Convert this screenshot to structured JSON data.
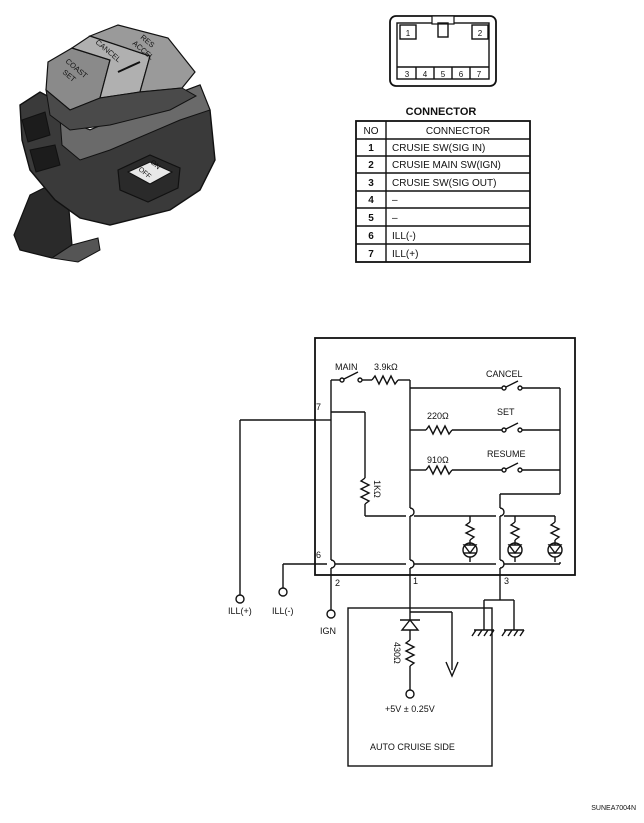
{
  "switch_illustration": {
    "labels": {
      "res_accel_1": "RES",
      "res_accel_2": "ACCEL",
      "cancel": "CANCEL",
      "coast": "COAST",
      "set": "SET",
      "on": "ON",
      "off": "OFF"
    }
  },
  "connector": {
    "title": "CONNECTOR",
    "pins_top": [
      "1",
      "2"
    ],
    "pins_bottom": [
      "3",
      "4",
      "5",
      "6",
      "7"
    ],
    "table": {
      "headers": [
        "NO",
        "CONNECTOR"
      ],
      "rows": [
        {
          "no": "1",
          "name": "CRUSIE SW(SIG IN)"
        },
        {
          "no": "2",
          "name": "CRUSIE MAIN SW(IGN)"
        },
        {
          "no": "3",
          "name": "CRUSIE SW(SIG OUT)"
        },
        {
          "no": "4",
          "name": "–"
        },
        {
          "no": "5",
          "name": "–"
        },
        {
          "no": "6",
          "name": "ILL(-)"
        },
        {
          "no": "7",
          "name": "ILL(+)"
        }
      ]
    }
  },
  "circuit": {
    "main": "MAIN",
    "r_main": "3.9kΩ",
    "cancel": "CANCEL",
    "set": "SET",
    "resume": "RESUME",
    "r_set": "220Ω",
    "r_resume": "910Ω",
    "r_1k": "1KΩ",
    "pin7": "7",
    "pin6": "6",
    "pin2": "2",
    "pin1": "1",
    "pin3": "3",
    "ill_plus": "ILL(+)",
    "ill_minus": "ILL(-)",
    "ign": "IGN",
    "r_430": "430Ω",
    "supply": "+5V ± 0.25V",
    "auto_cruise_side": "AUTO CRUISE SIDE"
  },
  "figure_code": "SUNEA7004N"
}
